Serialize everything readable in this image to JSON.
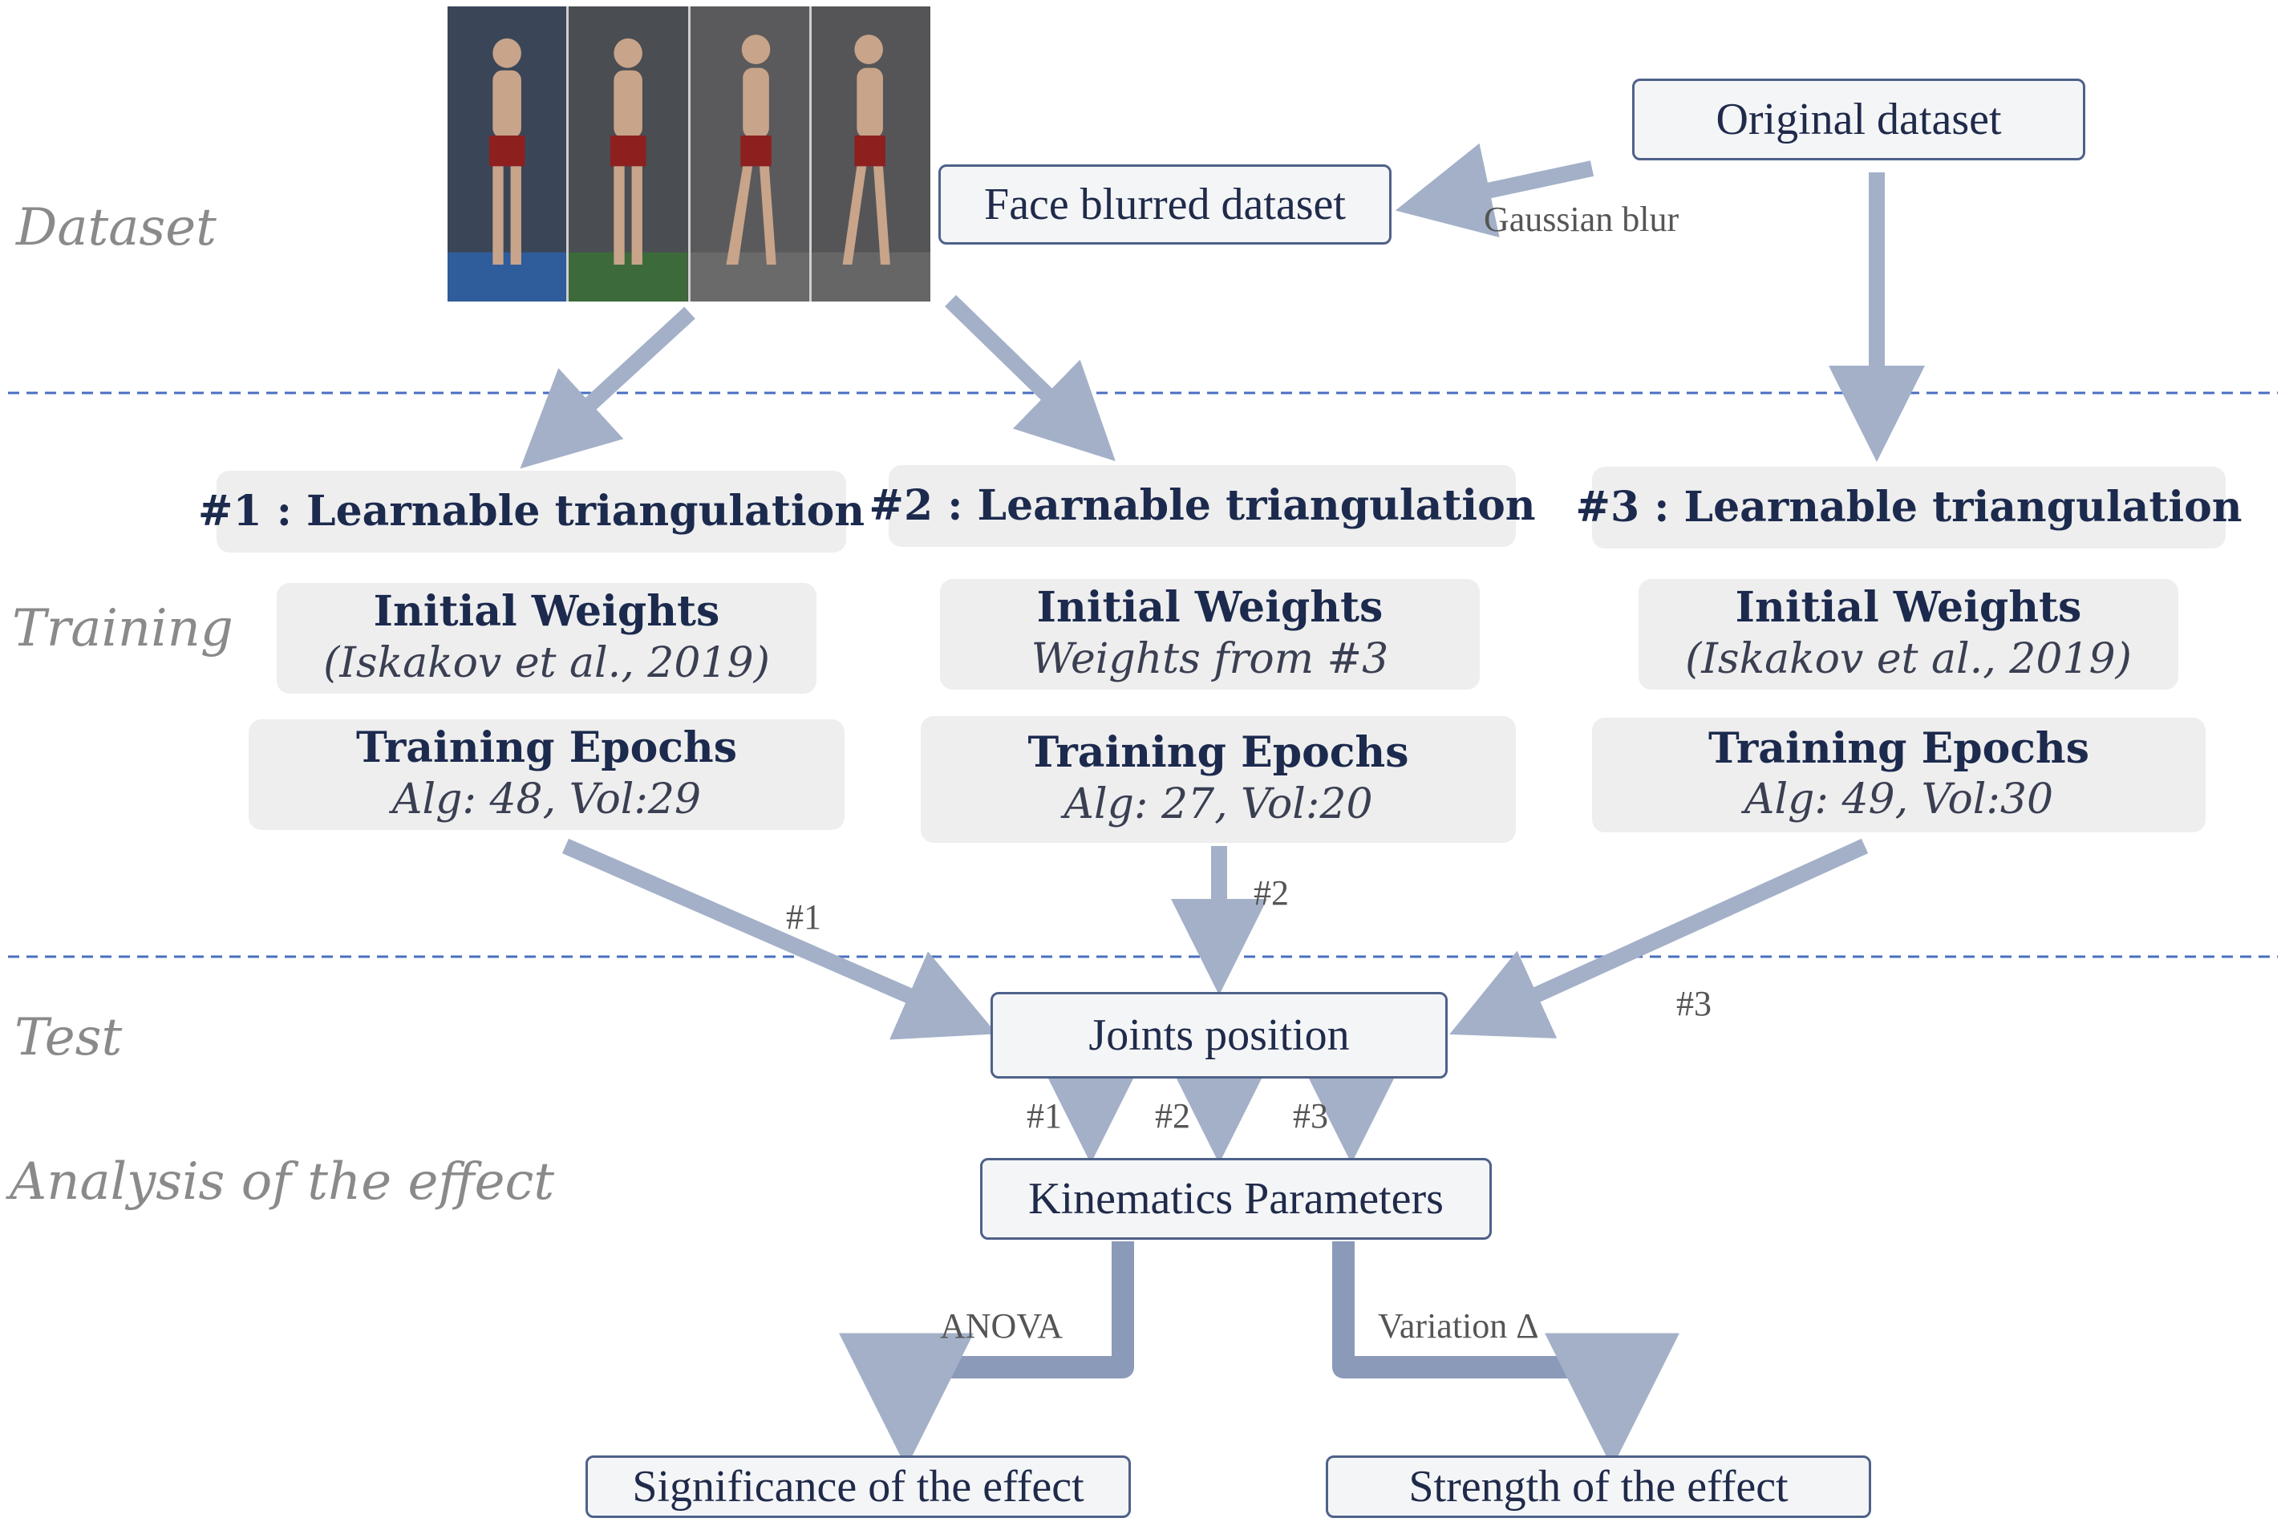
{
  "stages": {
    "dataset": "Dataset",
    "training": "Training",
    "test": "Test",
    "analysis": "Analysis of  the effect"
  },
  "nodes": {
    "original_dataset": "Original dataset",
    "face_blurred_dataset": "Face blurred dataset",
    "joints_position": "Joints position",
    "kinematics_parameters": "Kinematics Parameters",
    "significance": "Significance of the effect",
    "strength": "Strength of the effect"
  },
  "models": [
    {
      "title": "#1 : Learnable triangulation",
      "weights_heading": "Initial Weights",
      "weights_value": "(Iskakov et al., 2019)",
      "epochs_heading": "Training Epochs",
      "epochs_value": "Alg: 48, Vol:29"
    },
    {
      "title": "#2 : Learnable triangulation",
      "weights_heading": "Initial Weights",
      "weights_value": "Weights from #3",
      "epochs_heading": "Training Epochs",
      "epochs_value": "Alg: 27, Vol:20"
    },
    {
      "title": "#3 : Learnable triangulation",
      "weights_heading": "Initial Weights",
      "weights_value": "(Iskakov et al., 2019)",
      "epochs_heading": "Training Epochs",
      "epochs_value": "Alg: 49, Vol:30"
    }
  ],
  "edge_labels": {
    "gaussian_blur": "Gaussian blur",
    "m1_to_joints": "#1",
    "m2_to_joints": "#2",
    "m3_to_joints": "#3",
    "joints_k1": "#1",
    "joints_k2": "#2",
    "joints_k3": "#3",
    "anova": "ANOVA",
    "variation": "Variation Δ"
  },
  "colors": {
    "arrow": "#a3b0c8",
    "box_border": "#4e6189",
    "divider": "#4a6fc0",
    "stage_label": "#8a8a8a",
    "gray_box": "#eeeeee"
  },
  "icons": {
    "photo_strip": "person-walking-photos"
  }
}
